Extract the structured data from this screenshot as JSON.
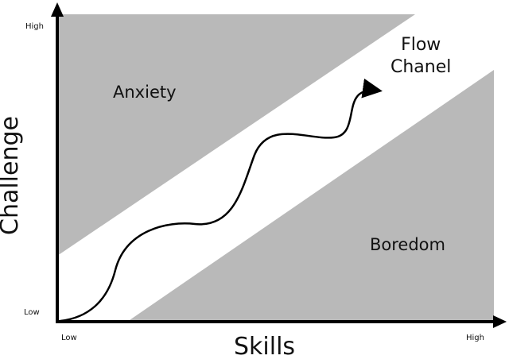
{
  "diagram": {
    "axes": {
      "y_title": "Challenge",
      "x_title": "Skills",
      "y_high": "High",
      "y_low": "Low",
      "x_low": "Low",
      "x_high": "High"
    },
    "regions": {
      "anxiety": "Anxiety",
      "boredom": "Boredom",
      "flow_line1": "Flow",
      "flow_line2": "Chanel"
    },
    "colors": {
      "region_fill": "#b9b9b9",
      "axis": "#000000",
      "text": "#111111"
    }
  }
}
